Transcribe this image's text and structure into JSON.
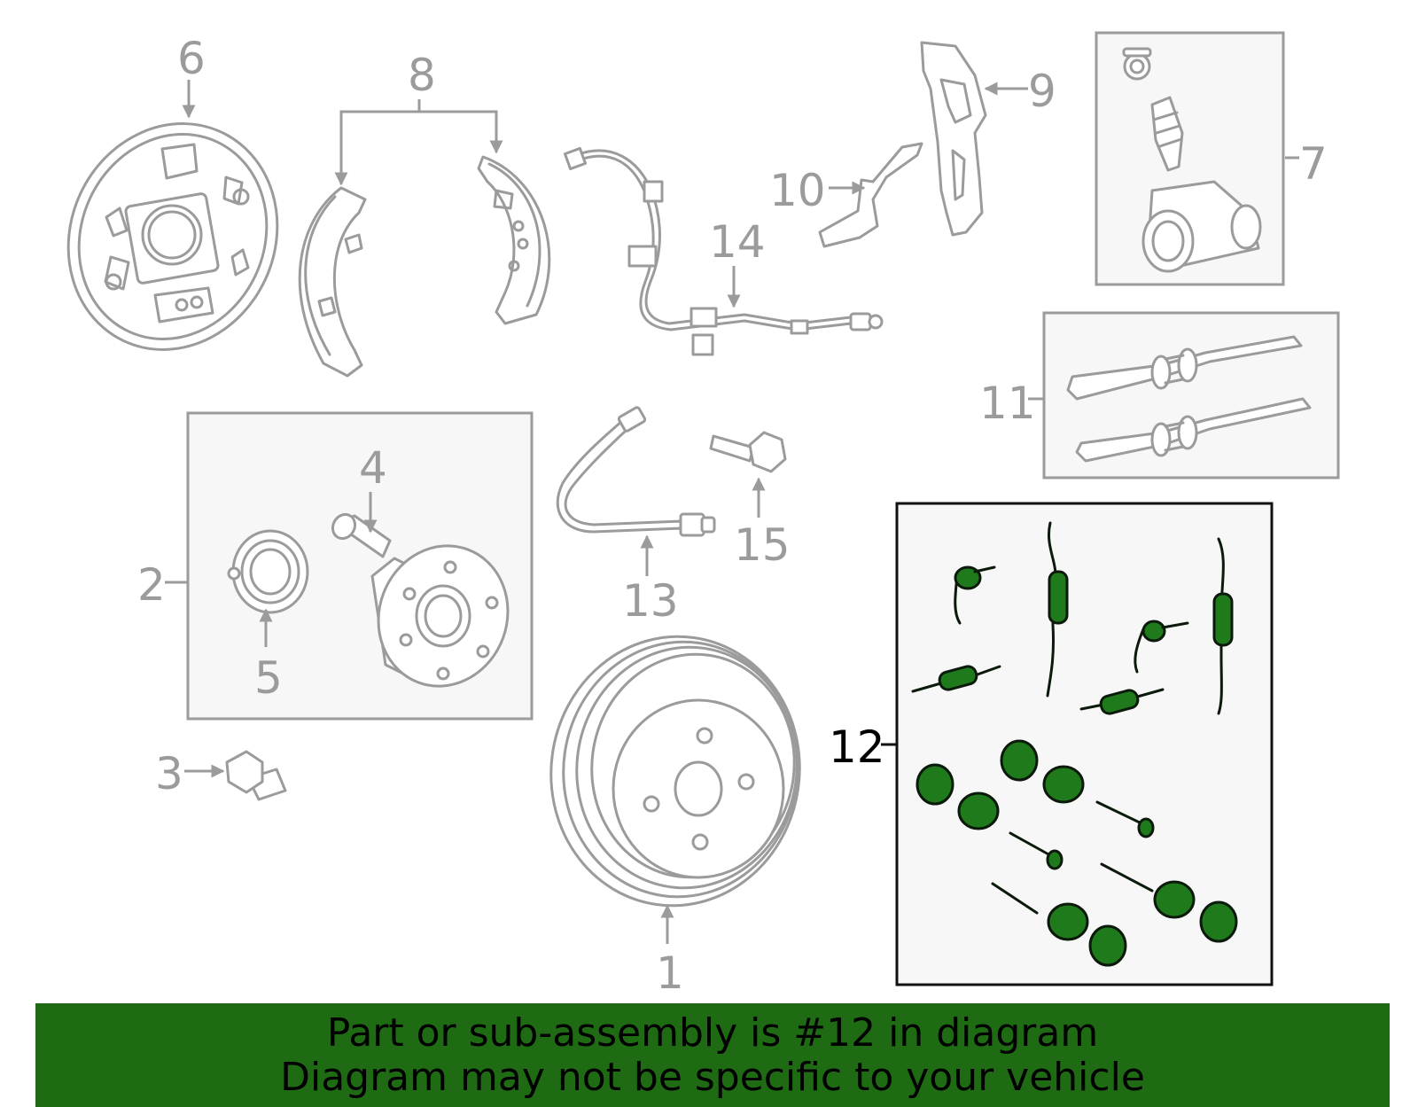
{
  "diagram": {
    "highlight_color": "#1e7a1a",
    "part_color": "#9b9b9b",
    "callouts": {
      "c1": "1",
      "c2": "2",
      "c3": "3",
      "c4": "4",
      "c5": "5",
      "c6": "6",
      "c7": "7",
      "c8": "8",
      "c9": "9",
      "c10": "10",
      "c11": "11",
      "c12": "12",
      "c13": "13",
      "c14": "14",
      "c15": "15"
    },
    "highlighted_part": "12"
  },
  "banner": {
    "line1": "Part or sub-assembly is #12 in diagram",
    "line2": "Diagram may not be specific to your vehicle",
    "background": "#1e6b14"
  }
}
